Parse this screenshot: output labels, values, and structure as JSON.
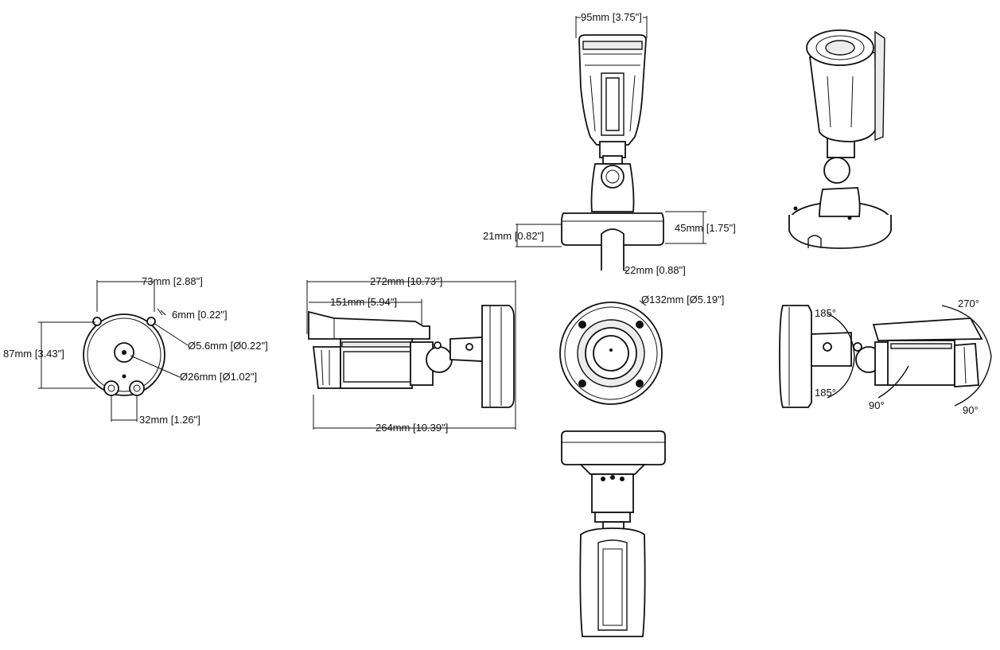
{
  "colors": {
    "line": "#111111",
    "background": "#ffffff",
    "shade": "#ececec"
  },
  "views": {
    "front": {
      "width_label": "95mm [3.75\"]",
      "base_height_label": "45mm [1.75\"]",
      "notch_height_label": "21mm [0.82\"]",
      "notch_width_label": "22mm [0.88\"]"
    },
    "mount_plate": {
      "width_label": "73mm [2.88\"]",
      "offset_label": "6mm [0.22\"]",
      "hole_label": "Ø5.6mm [Ø0.22\"]",
      "height_label": "87mm [3.43\"]",
      "center_hole_label": "Ø26mm [Ø1.02\"]",
      "conduit_spacing_label": "32mm [1.26\"]"
    },
    "side": {
      "total_length_label": "272mm [10.73\"]",
      "shroud_length_label": "151mm [5.94\"]",
      "body_length_label": "264mm [10.39\"]"
    },
    "top": {
      "diameter_label": "Ø132mm [Ø5.19\"]"
    },
    "rotation": {
      "pan_top_label": "185°",
      "pan_bottom_label": "185°",
      "tilt_label": "90°",
      "rotate_top_label": "270°",
      "rotate_bottom_label": "90°"
    }
  }
}
